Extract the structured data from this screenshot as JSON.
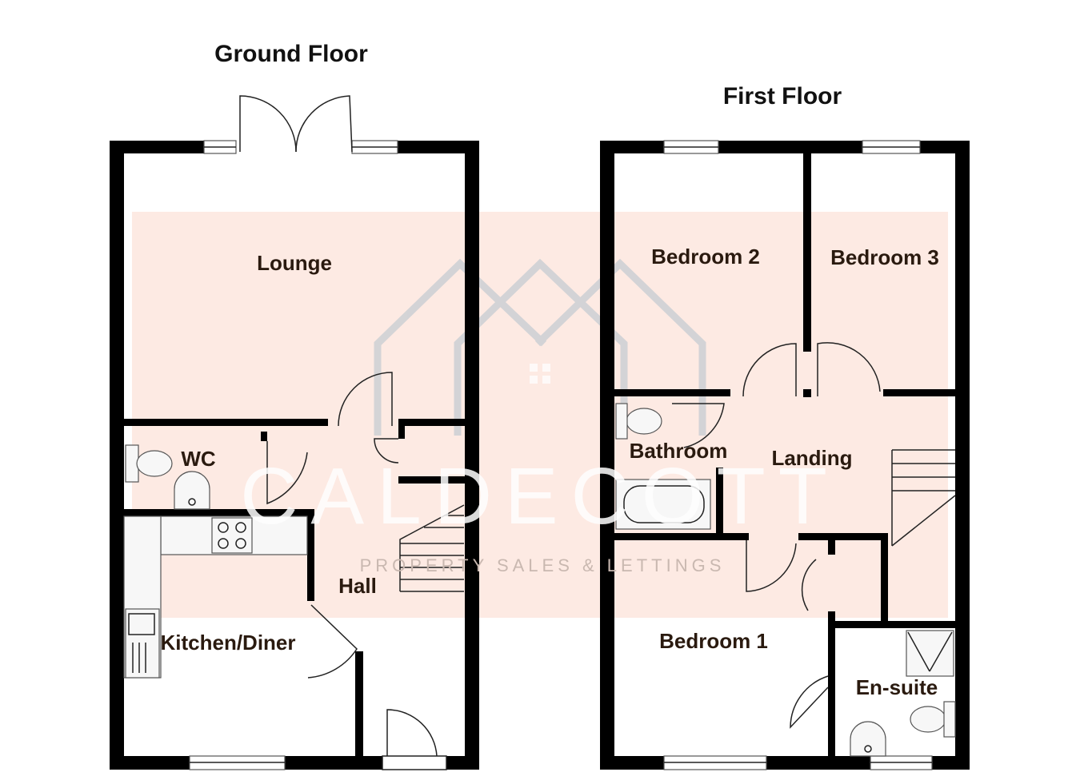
{
  "ground_floor": {
    "title": "Ground Floor",
    "rooms": {
      "lounge": "Lounge",
      "wc": "WC",
      "hall": "Hall",
      "kitchen": "Kitchen/Diner"
    }
  },
  "first_floor": {
    "title": "First Floor",
    "rooms": {
      "bedroom2": "Bedroom 2",
      "bedroom3": "Bedroom 3",
      "bathroom": "Bathroom",
      "landing": "Landing",
      "bedroom1": "Bedroom 1",
      "ensuite": "En-suite"
    }
  },
  "watermark": {
    "name": "CALDECOTT",
    "tagline": "PROPERTY SALES & LETTINGS"
  },
  "colors": {
    "wall": "#000000",
    "watermark_band": "#fdeae3",
    "watermark_logo": "#c5ccd2"
  }
}
